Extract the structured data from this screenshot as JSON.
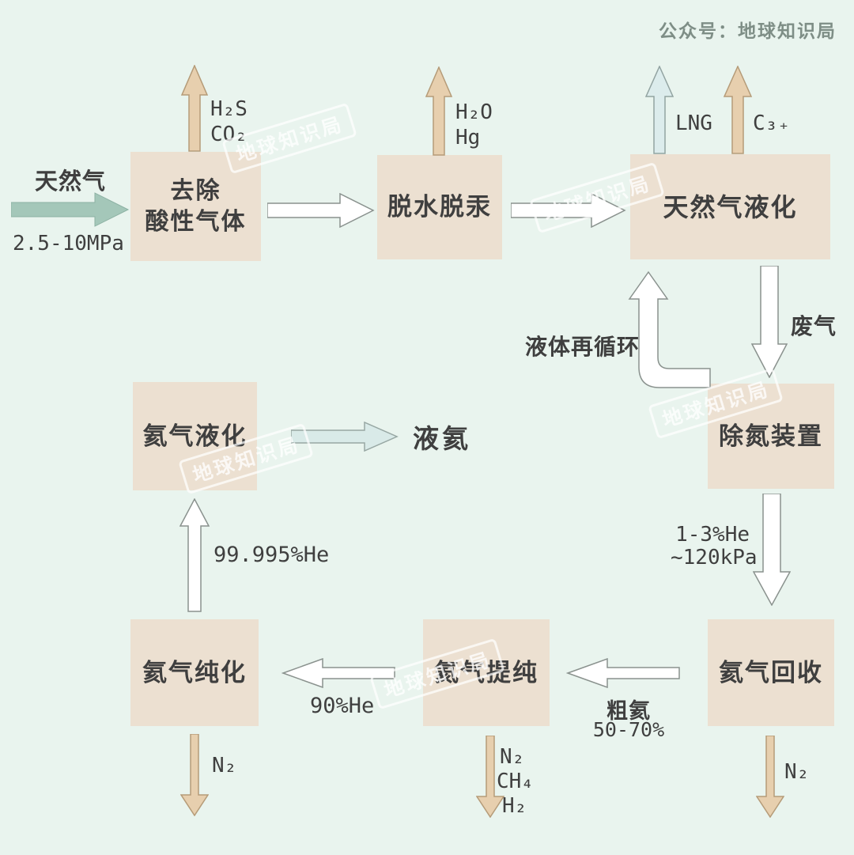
{
  "header": {
    "credit": "公众号：地球知识局"
  },
  "watermark": {
    "stamp": "地球知识局"
  },
  "palette": {
    "background": "#e9f4ee",
    "box_fill": "#ece0d1",
    "tan_arrow_fill": "#e7cfae",
    "tan_arrow_stroke": "#b59b78",
    "teal_arrow_fill": "#a4c7b9",
    "blue_arrow_fill": "#dcecec",
    "white_arrow_stroke": "#8a928e",
    "text": "#3f3f3f"
  },
  "feed": {
    "label": "天然气",
    "pressure": "2.5-10MPa"
  },
  "boxes": {
    "deacid_line1": "去除",
    "deacid_line2": "酸性气体",
    "dehydrate": "脱水脱汞",
    "ng_liquefaction": "天然气液化",
    "denitrogen": "除氮装置",
    "he_liquefaction": "氦气液化",
    "he_purification": "氦气纯化",
    "he_refining": "氦气提纯",
    "he_recovery": "氦气回收"
  },
  "labels": {
    "acid_offgas_1": "H₂S",
    "acid_offgas_2": "CO₂",
    "dehydrate_offgas_1": "H₂O",
    "dehydrate_offgas_2": "Hg",
    "lng": "LNG",
    "c3plus": "C₃₊",
    "waste_gas": "废气",
    "liquid_recycle": "液体再循环",
    "he_feed_1": "1-3%He",
    "he_feed_2": "~120kPa",
    "crude_he_1": "粗氦",
    "crude_he_2": "50-70%",
    "he_90": "90%He",
    "he_99995": "99.995%He",
    "liquid_he": "液氦",
    "purification_offgas": "N₂",
    "refining_offgas_1": "N₂",
    "refining_offgas_2": "CH₄",
    "refining_offgas_3": "H₂",
    "recovery_offgas": "N₂"
  }
}
